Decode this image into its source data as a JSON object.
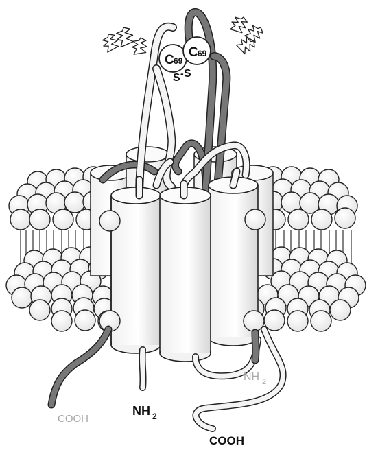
{
  "labels": {
    "cys_left": "C",
    "cys_left_sub": "69",
    "cys_right": "C",
    "cys_right_sub": "69",
    "disulfide_s1": "S",
    "disulfide_dash": "-",
    "disulfide_s2": "S",
    "nh2_front": "NH",
    "nh2_front_sub": "2",
    "nh2_back": "NH",
    "nh2_back_sub": "2",
    "cooh_left": "COOH",
    "cooh_bottom": "COOH"
  },
  "colors": {
    "light_chain_fill": "#eeeeee",
    "dark_chain_fill": "#777777",
    "outline": "#222222",
    "light_label": "#a8a8a8",
    "dark_label": "#111111"
  },
  "icons": [
    "lightning-bolt-icon"
  ]
}
